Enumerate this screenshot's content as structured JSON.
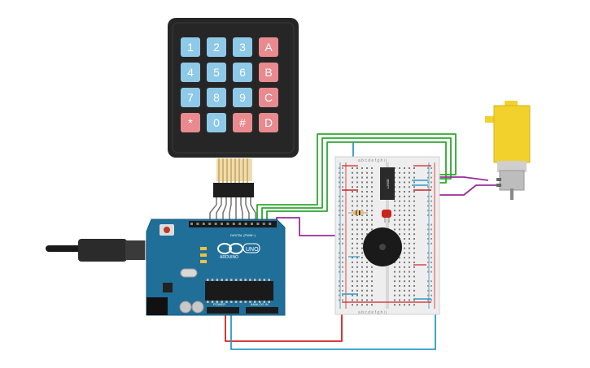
{
  "keypad": {
    "rows": [
      [
        "1",
        "2",
        "3",
        "A"
      ],
      [
        "4",
        "5",
        "6",
        "B"
      ],
      [
        "7",
        "8",
        "9",
        "C"
      ],
      [
        "*",
        "0",
        "#",
        "D"
      ]
    ],
    "colors": {
      "digit": "#8ec9e8",
      "letter": "#e88a8e",
      "body": "#262626"
    }
  },
  "arduino": {
    "brand": "ARDUINO",
    "model": "UNO",
    "digital_label": "DIGITAL (PWM~)",
    "power_label": "POWER",
    "analog_label": "ANALOG IN",
    "board_color": "#1f6f99"
  },
  "breadboard": {
    "col_letters_top": "a b c d e   f g h i j",
    "col_letters_bottom": "a b c d e   f g h i j"
  },
  "chip": {
    "label": "L293D"
  },
  "colors": {
    "wire_green": "#2ea82e",
    "wire_blue": "#2a9ac8",
    "wire_red": "#d42020",
    "wire_purple": "#9b2a9b",
    "motor": "#f2d12c",
    "led": "#c8241e"
  }
}
